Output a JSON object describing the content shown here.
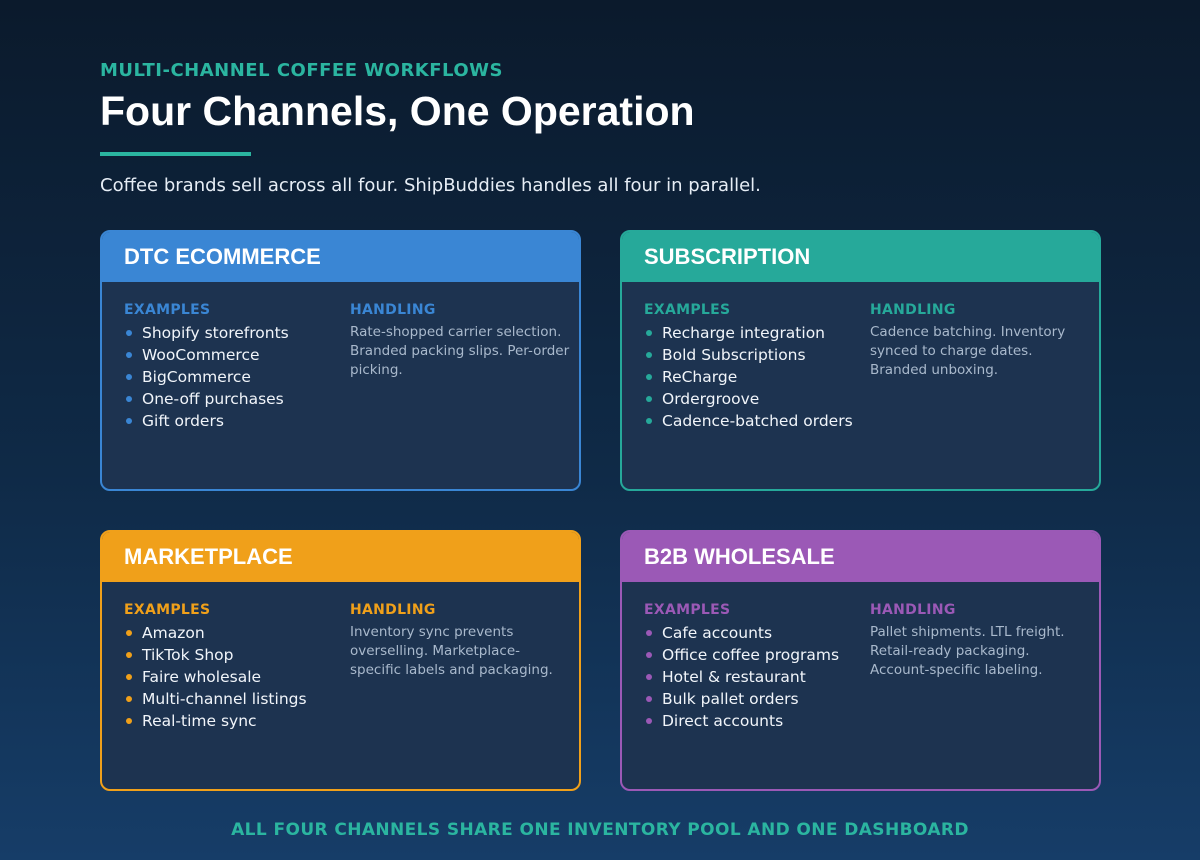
{
  "header": {
    "eyebrow": "MULTI-CHANNEL COFFEE WORKFLOWS",
    "title": "Four Channels, One Operation",
    "subtitle": "Coffee brands sell across all four. ShipBuddies handles all four in parallel."
  },
  "labels": {
    "examples": "EXAMPLES",
    "handling": "HANDLING"
  },
  "cards": [
    {
      "title": "DTC ECOMMERCE",
      "color": "#3a86d4",
      "examples": [
        "Shopify storefronts",
        "WooCommerce",
        "BigCommerce",
        "One-off purchases",
        "Gift orders"
      ],
      "handling": "Rate-shopped carrier selection. Branded packing slips. Per-order picking."
    },
    {
      "title": "SUBSCRIPTION",
      "color": "#26a99a",
      "examples": [
        "Recharge integration",
        "Bold Subscriptions",
        "ReCharge",
        "Ordergroove",
        "Cadence-batched orders"
      ],
      "handling": "Cadence batching. Inventory synced to charge dates. Branded unboxing."
    },
    {
      "title": "MARKETPLACE",
      "color": "#f0a01a",
      "examples": [
        "Amazon",
        "TikTok Shop",
        "Faire wholesale",
        "Multi-channel listings",
        "Real-time sync"
      ],
      "handling": "Inventory sync prevents overselling. Marketplace-specific labels and packaging."
    },
    {
      "title": "B2B WHOLESALE",
      "color": "#9b59b6",
      "examples": [
        "Cafe accounts",
        "Office coffee programs",
        "Hotel & restaurant",
        "Bulk pallet orders",
        "Direct accounts"
      ],
      "handling": "Pallet shipments. LTL freight. Retail-ready packaging. Account-specific labeling."
    }
  ],
  "footer": {
    "note": "ALL FOUR CHANNELS SHARE ONE INVENTORY POOL AND ONE DASHBOARD"
  }
}
